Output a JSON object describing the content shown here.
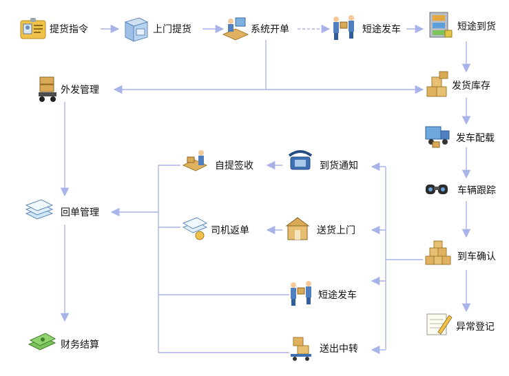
{
  "nodes": {
    "pickup_order": {
      "label": "提货指令",
      "icon": "id-card-icon"
    },
    "door_pickup": {
      "label": "上门提货",
      "icon": "box-icon"
    },
    "system_billing": {
      "label": "系统开单",
      "icon": "computer-desk-icon"
    },
    "short_depart_top": {
      "label": "短途发车",
      "icon": "handover-people-icon"
    },
    "short_arrive": {
      "label": "短途到货",
      "icon": "warehouse-shelf-icon"
    },
    "outsource_mgmt": {
      "label": "外发管理",
      "icon": "hand-truck-icon"
    },
    "ship_inventory": {
      "label": "发货库存",
      "icon": "stacked-boxes-icon"
    },
    "vehicle_loading": {
      "label": "发车配载",
      "icon": "truck-icon"
    },
    "vehicle_tracking": {
      "label": "车辆跟踪",
      "icon": "binoculars-icon"
    },
    "arrival_confirm": {
      "label": "到车确认",
      "icon": "box-pile-icon"
    },
    "exception_reg": {
      "label": "异常登记",
      "icon": "notepad-pencil-icon"
    },
    "self_pickup_sign": {
      "label": "自提签收",
      "icon": "worker-desk-icon"
    },
    "arrival_notice": {
      "label": "到货通知",
      "icon": "telephone-icon"
    },
    "receipt_mgmt": {
      "label": "回单管理",
      "icon": "document-stack-icon"
    },
    "driver_return": {
      "label": "司机返单",
      "icon": "documents-coins-icon"
    },
    "home_delivery": {
      "label": "送货上门",
      "icon": "house-box-icon"
    },
    "short_depart_bottom": {
      "label": "短途发车",
      "icon": "handover-people-icon"
    },
    "finance_settle": {
      "label": "财务结算",
      "icon": "money-stack-icon"
    },
    "transfer_out": {
      "label": "送出中转",
      "icon": "trolley-boxes-icon"
    }
  },
  "colors": {
    "arrow": "#a8b3ea",
    "dashed": "#a8b3ea",
    "text": "#111111"
  }
}
